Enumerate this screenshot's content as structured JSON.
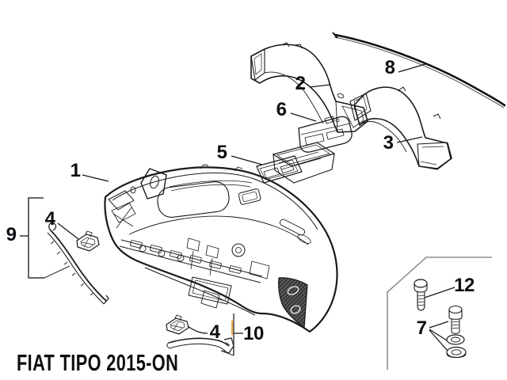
{
  "diagram": {
    "title": "FIAT TIPO 2015-ON",
    "description": "Exploded parts diagram of dashboard / instrument panel with numbered callouts",
    "callouts": [
      {
        "label": "1"
      },
      {
        "label": "2"
      },
      {
        "label": "3"
      },
      {
        "label": "4"
      },
      {
        "label": "4"
      },
      {
        "label": "5"
      },
      {
        "label": "6"
      },
      {
        "label": "7"
      },
      {
        "label": "8"
      },
      {
        "label": "9"
      },
      {
        "label": "10"
      },
      {
        "label": "12"
      }
    ],
    "colors": {
      "line": "#1a1a1a",
      "secondary_line": "#8f8f8f",
      "highlight_tick": "#f0a640",
      "text": "#0d0d12",
      "background": "#ffffff"
    }
  }
}
